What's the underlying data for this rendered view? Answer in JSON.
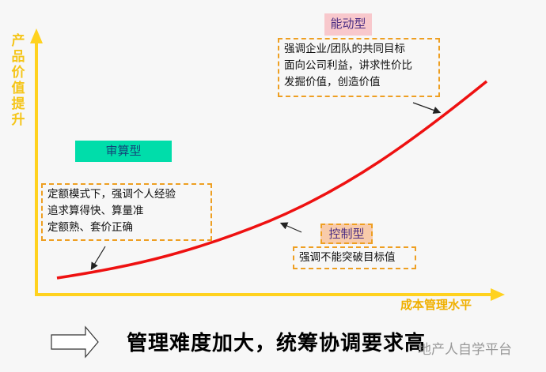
{
  "axes": {
    "y_label": "产品价值提升",
    "x_label": "成本管理水平"
  },
  "types": [
    {
      "name": "能动型",
      "lines": [
        "强调企业/团队的共同目标",
        "面向公司利益，讲求性价比",
        "发掘价值，创造价值"
      ]
    },
    {
      "name": "审算型",
      "lines": [
        "定额模式下，强调个人经验",
        "追求算得快、算量准",
        "定额熟、套价正确"
      ]
    },
    {
      "name": "控制型",
      "lines": [
        "强调不能突破目标值"
      ]
    }
  ],
  "conclusion": "管理难度加大，统筹协调要求高",
  "watermark": "地产人自学平台",
  "colors": {
    "axis": "#FFD21F",
    "curve": "#EE1111",
    "dash": "#EE9F22"
  }
}
